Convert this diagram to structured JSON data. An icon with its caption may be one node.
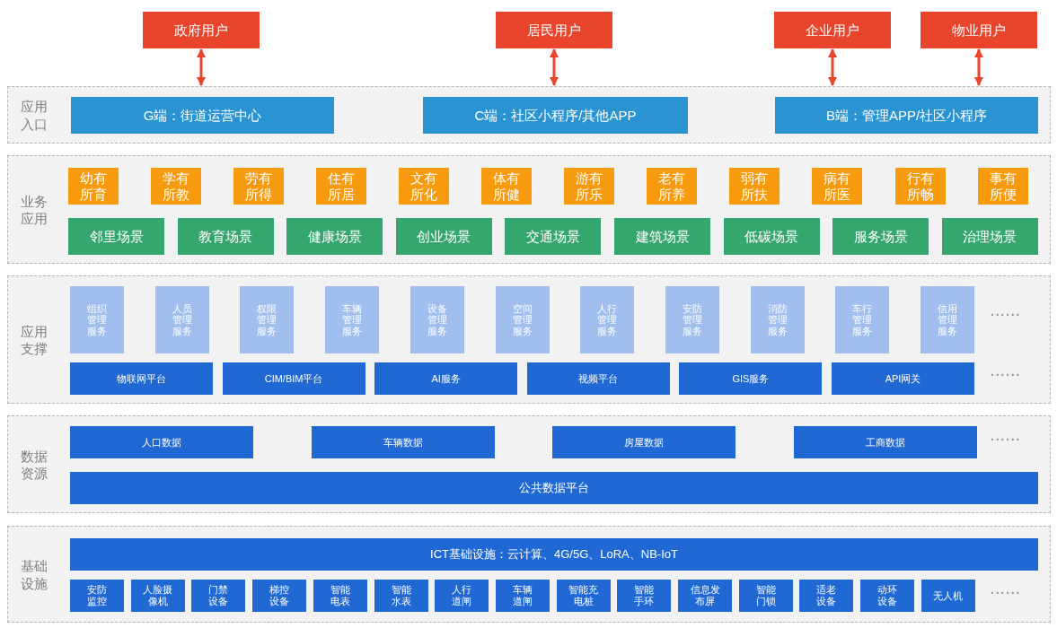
{
  "diagram": {
    "nodes": [
      {
        "text": [
          "政府用户"
        ]
      },
      {
        "text": [
          "居民用户"
        ]
      },
      {
        "text": [
          "企业用户"
        ]
      },
      {
        "text": [
          "物业用户"
        ]
      },
      {
        "text": [
          "应用入口"
        ]
      },
      {
        "text": [
          "G端：街道运营中心"
        ],
        "in": 4
      },
      {
        "text": [
          "C端：社区小程序/其他APP"
        ],
        "in": 4
      },
      {
        "text": [
          "B端：管理APP/社区小程序"
        ],
        "in": 4
      },
      {
        "text": [
          "业务应用"
        ]
      },
      {
        "text": [
          "幼有所育"
        ],
        "in": 8
      },
      {
        "text": [
          "学有所教"
        ],
        "in": 8
      },
      {
        "text": [
          "劳有所得"
        ],
        "in": 8
      },
      {
        "text": [
          "住有所居"
        ],
        "in": 8
      },
      {
        "text": [
          "文有所化"
        ],
        "in": 8
      },
      {
        "text": [
          "体有所健"
        ],
        "in": 8
      },
      {
        "text": [
          "游有所乐"
        ],
        "in": 8
      },
      {
        "text": [
          "老有所养"
        ],
        "in": 8
      },
      {
        "text": [
          "弱有所扶"
        ],
        "in": 8
      },
      {
        "text": [
          "病有所医"
        ],
        "in": 8
      },
      {
        "text": [
          "行有所畅"
        ],
        "in": 8
      },
      {
        "text": [
          "事有所便"
        ],
        "in": 8
      },
      {
        "text": [
          "邻里场景"
        ],
        "in": 8
      },
      {
        "text": [
          "教育场景"
        ],
        "in": 8
      },
      {
        "text": [
          "健康场景"
        ],
        "in": 8
      },
      {
        "text": [
          "创业场景"
        ],
        "in": 8
      },
      {
        "text": [
          "交通场景"
        ],
        "in": 8
      },
      {
        "text": [
          "建筑场景"
        ],
        "in": 8
      },
      {
        "text": [
          "低碳场景"
        ],
        "in": 8
      },
      {
        "text": [
          "服务场景"
        ],
        "in": 8
      },
      {
        "text": [
          "治理场景"
        ],
        "in": 8
      },
      {
        "text": [
          "应用支撑"
        ]
      },
      {
        "text": [
          "组织管理服务"
        ],
        "in": 30
      },
      {
        "text": [
          "人员管理服务"
        ],
        "in": 30
      },
      {
        "text": [
          "权限管理服务"
        ],
        "in": 30
      },
      {
        "text": [
          "车辆管理服务"
        ],
        "in": 30
      },
      {
        "text": [
          "设备管理服务"
        ],
        "in": 30
      },
      {
        "text": [
          "空间管理服务"
        ],
        "in": 30
      },
      {
        "text": [
          "人行管理服务"
        ],
        "in": 30
      },
      {
        "text": [
          "安防管理服务"
        ],
        "in": 30
      },
      {
        "text": [
          "消防管理服务"
        ],
        "in": 30
      },
      {
        "text": [
          "车行管理服务"
        ],
        "in": 30
      },
      {
        "text": [
          "信用管理服务"
        ],
        "in": 30
      },
      {
        "text": [
          "物联网平台"
        ],
        "in": 30
      },
      {
        "text": [
          "CIM/BIM平台"
        ],
        "in": 30
      },
      {
        "text": [
          "AI服务"
        ],
        "in": 30
      },
      {
        "text": [
          "视频平台"
        ],
        "in": 30
      },
      {
        "text": [
          "GIS服务"
        ],
        "in": 30
      },
      {
        "text": [
          "API网关"
        ],
        "in": 30
      },
      {
        "text": [
          "数据资源"
        ]
      },
      {
        "text": [
          "人口数据"
        ],
        "in": 48
      },
      {
        "text": [
          "车辆数据"
        ],
        "in": 48
      },
      {
        "text": [
          "房屋数据"
        ],
        "in": 48
      },
      {
        "text": [
          "工商数据"
        ],
        "in": 48
      },
      {
        "text": [
          "公共数据平台"
        ],
        "in": 48
      },
      {
        "text": [
          "基础设施"
        ]
      },
      {
        "text": [
          "ICT基础设施：云计算、4G/5G、LoRA、NB-IoT"
        ],
        "in": 54
      },
      {
        "text": [
          "安防监控"
        ],
        "in": 54
      },
      {
        "text": [
          "人脸摄像机"
        ],
        "in": 54
      },
      {
        "text": [
          "门禁设备"
        ],
        "in": 54
      },
      {
        "text": [
          "梯控设备"
        ],
        "in": 54
      },
      {
        "text": [
          "智能电表"
        ],
        "in": 54
      },
      {
        "text": [
          "智能水表"
        ],
        "in": 54
      },
      {
        "text": [
          "人行道闸"
        ],
        "in": 54
      },
      {
        "text": [
          "车辆道闸"
        ],
        "in": 54
      },
      {
        "text": [
          "智能充电桩"
        ],
        "in": 54
      },
      {
        "text": [
          "智能手环"
        ],
        "in": 54
      },
      {
        "text": [
          "信息发布屏"
        ],
        "in": 54
      },
      {
        "text": [
          "智能门锁"
        ],
        "in": 54
      },
      {
        "text": [
          "适老设备"
        ],
        "in": 54
      },
      {
        "text": [
          "动环设备"
        ],
        "in": 54
      },
      {
        "text": [
          "无人机"
        ],
        "in": 54
      }
    ],
    "edges": [
      {
        "from": 0,
        "to": 4,
        "arrow": "both"
      },
      {
        "from": 1,
        "to": 4,
        "arrow": "both"
      },
      {
        "from": 2,
        "to": 4,
        "arrow": "both"
      },
      {
        "from": 3,
        "to": 4,
        "arrow": "both"
      }
    ],
    "labels": [
      "······",
      "······",
      "······",
      "······"
    ]
  }
}
